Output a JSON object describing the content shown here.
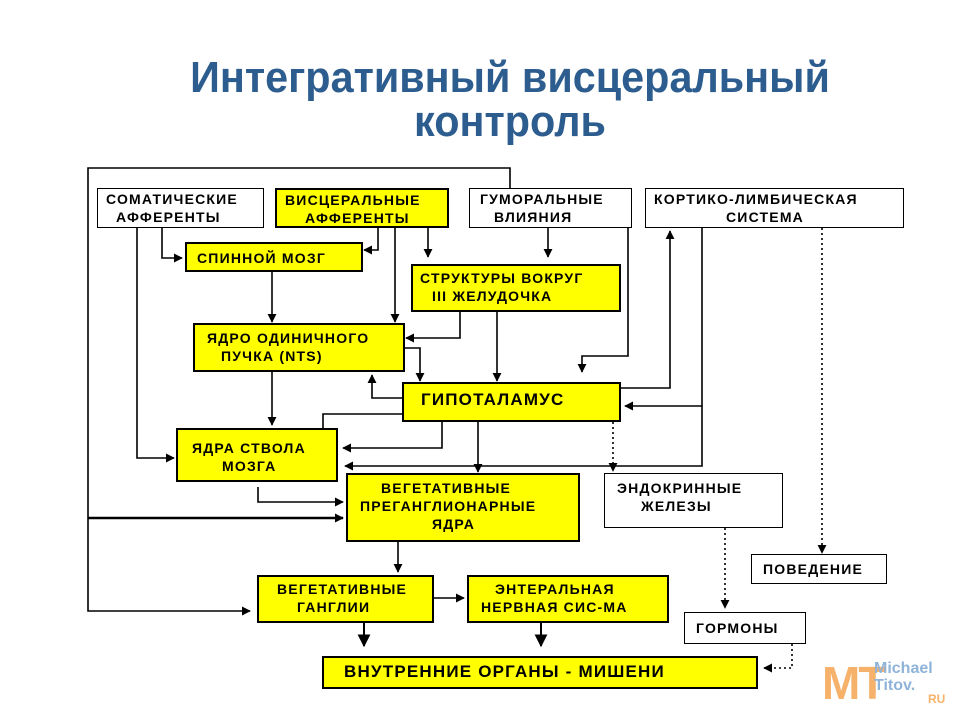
{
  "title": {
    "line1": "Интегративный висцеральный",
    "line2": "контроль"
  },
  "boxes": {
    "somatic": {
      "line1": "СОМАТИЧЕСКИЕ",
      "line2": "АФФЕРЕНТЫ"
    },
    "visceral": {
      "line1": "ВИСЦЕРАЛЬНЫЕ",
      "line2": "АФФЕРЕНТЫ"
    },
    "humoral": {
      "line1": "ГУМОРАЛЬНЫЕ",
      "line2": "ВЛИЯНИЯ"
    },
    "cortico": {
      "line1": "КОРТИКО-ЛИМБИЧЕСКАЯ",
      "line2": "СИСТЕМА"
    },
    "spinal": {
      "line1": "СПИННОЙ  МОЗГ"
    },
    "third": {
      "line1": "СТРУКТУРЫ ВОКРУГ",
      "line2": "III ЖЕЛУДОЧКА"
    },
    "nts": {
      "line1": "ЯДРО ОДИНИЧНОГО",
      "line2": "ПУЧКА  (NTS)"
    },
    "hypo": {
      "line1": "ГИПОТАЛАМУС"
    },
    "brainstem": {
      "line1": "ЯДРА СТВОЛА",
      "line2": "МОЗГА"
    },
    "pregang": {
      "line1": "ВЕГЕТАТИВНЫЕ",
      "line2": "ПРЕГАНГЛИОНАРНЫЕ",
      "line3": "ЯДРА"
    },
    "endocrine": {
      "line1": "ЭНДОКРИННЫЕ",
      "line2": "ЖЕЛЕЗЫ"
    },
    "behavior": {
      "line1": "ПОВЕДЕНИЕ"
    },
    "ganglia": {
      "line1": "ВЕГЕТАТИВНЫЕ",
      "line2": "ГАНГЛИИ"
    },
    "enteral": {
      "line1": "ЭНТЕРАЛЬНАЯ",
      "line2": "НЕРВНАЯ СИС-МА"
    },
    "hormones": {
      "line1": "ГОРМОНЫ"
    },
    "organs": {
      "line1": "ВНУТРЕННИЕ ОРГАНЫ -  МИШЕНИ"
    }
  },
  "logo": {
    "mark": "MT",
    "name1": "Michael",
    "name2": "Titov.",
    "suffix": "RU"
  },
  "colors": {
    "title": "#2d5d8f",
    "highlight": "#ffff00",
    "logo_orange": "#f6b26b",
    "logo_blue": "#8fb3d9"
  }
}
